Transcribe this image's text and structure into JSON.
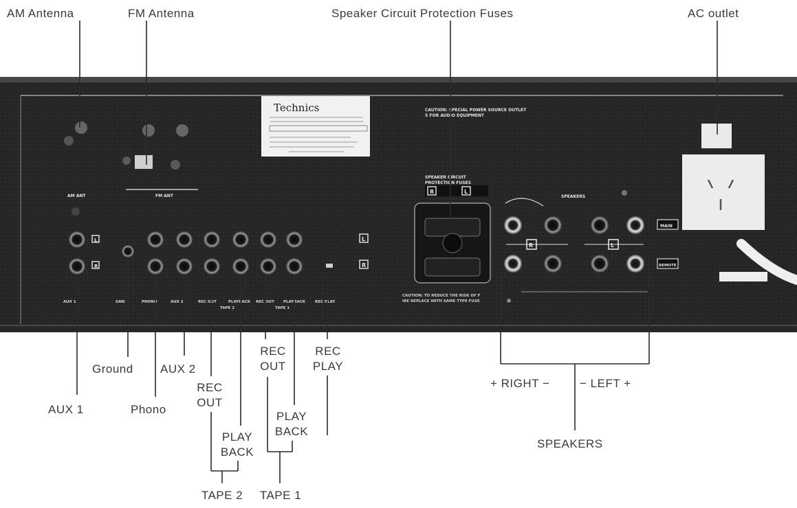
{
  "labels": {
    "am_antenna": "AM Antenna",
    "fm_antenna": "FM Antenna",
    "speaker_fuses": "Speaker Circuit Protection Fuses",
    "ac_outlet": "AC outlet",
    "ground": "Ground",
    "aux2": "AUX 2",
    "aux1": "AUX 1",
    "phono": "Phono",
    "tape2_rec_out": [
      "REC",
      "OUT"
    ],
    "tape2_play_back": [
      "PLAY",
      "BACK"
    ],
    "tape2": "TAPE 2",
    "tape1_rec_out": [
      "REC",
      "OUT"
    ],
    "tape1_rec_play": [
      "REC",
      "PLAY"
    ],
    "tape1_play_back": [
      "PLAY",
      "BACK"
    ],
    "tape1": "TAPE 1",
    "right": "+ RIGHT −",
    "left": "− LEFT  +",
    "speakers": "SPEAKERS"
  },
  "panel": {
    "brand": "Technics",
    "caution_top": "CAUTION: SPECIAL POWER SOURCE OUTLETS FOR AUDIO EQUIPMENT",
    "speaker_circuit_fuses": "SPEAKER CIRCUIT PROTECTION FUSES",
    "speakers_heading": "SPEAKERS",
    "main": "MAIN",
    "remote": "REMOTE",
    "right_ch": "R",
    "left_ch": "L",
    "am_ant": "AM ANT",
    "fm_ant": "FM ANT",
    "caution_bottom": "CAUTION: TO REDUCE THE RISK OF FIRE REPLACE WITH SAME TYPE FUSE",
    "jack_labels": [
      "AUX 1",
      "GND",
      "PHONO",
      "AUX 2",
      "REC OUT",
      "PLAYBACK",
      "REC OUT",
      "PLAYBACK",
      "REC PLAY"
    ],
    "tape2_sub": "TAPE 2",
    "tape1_sub": "TAPE 1"
  },
  "colors": {
    "panel": "#2a2a2a",
    "ink": "#3a3a3a",
    "label_card": "#f1f1f1"
  }
}
